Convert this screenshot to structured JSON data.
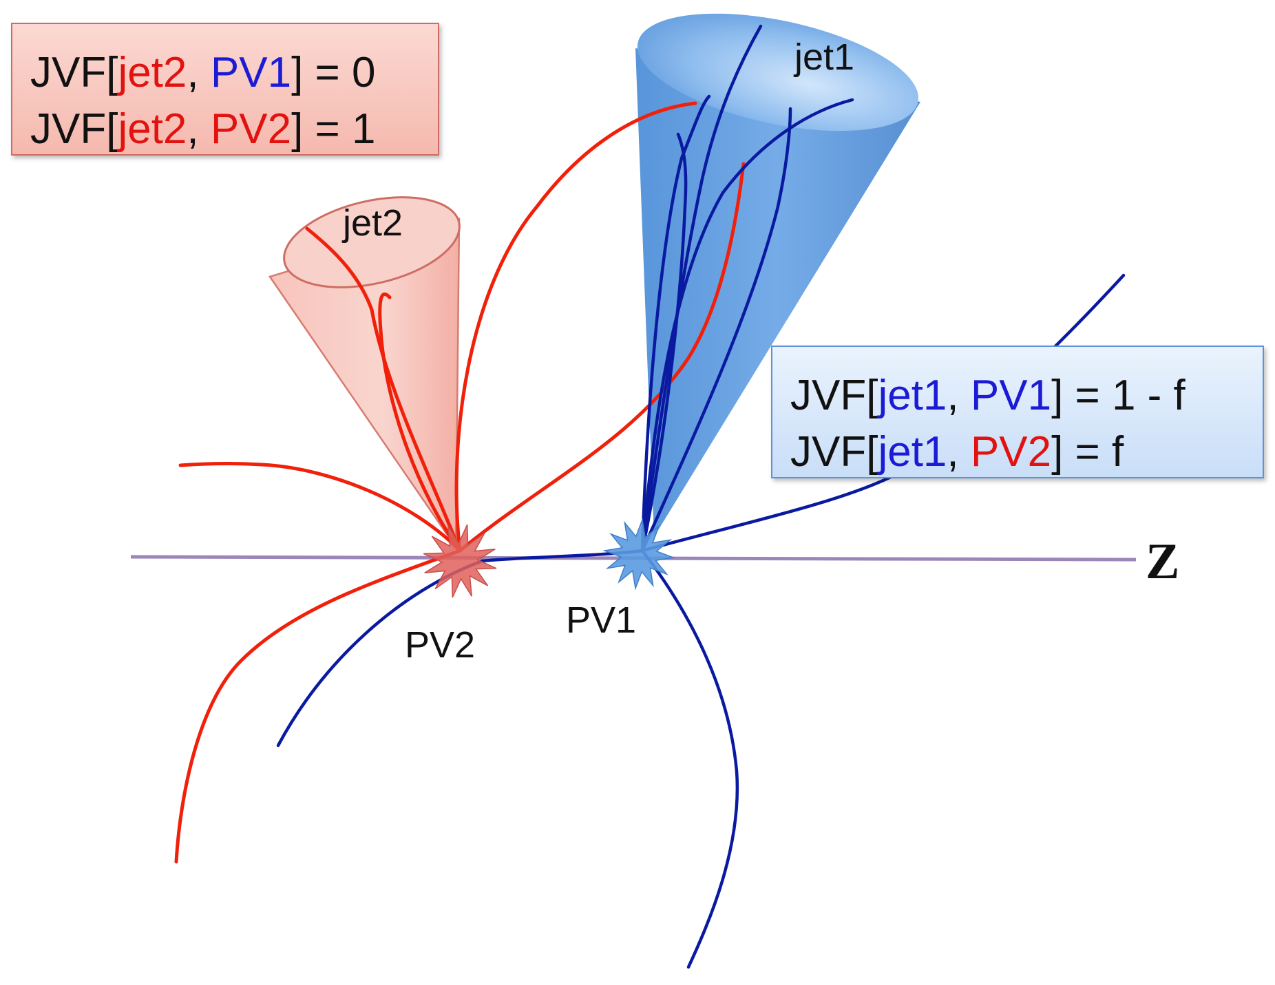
{
  "labels": {
    "jet1": "jet1",
    "jet2": "jet2",
    "pv1": "PV1",
    "pv2": "PV2",
    "z_axis": "Z"
  },
  "box_jet2": {
    "line1": {
      "prefix": "JVF[",
      "jet": "jet2",
      "sep": ", ",
      "pv": "PV1",
      "suffix": "] = 0"
    },
    "line2": {
      "prefix": "JVF[",
      "jet": "jet2",
      "sep": ", ",
      "pv": "PV2",
      "suffix": "] = 1"
    }
  },
  "box_jet1": {
    "line1": {
      "prefix": "JVF[",
      "jet": "jet1",
      "sep": ", ",
      "pv": "PV1",
      "suffix": "] = 1 - f"
    },
    "line2": {
      "prefix": "JVF[",
      "jet": "jet1",
      "sep": ", ",
      "pv": "PV2",
      "suffix": "] = f"
    }
  },
  "colors": {
    "pv1_tracks": "#0a1aa0",
    "pv2_tracks": "#f0200a",
    "jet1_cone": "#5b98dc",
    "jet2_cone": "#f4a59b",
    "z_axis": "#9a86b8",
    "pv1_vertex": "#5a9ae0",
    "pv2_vertex": "#e0605a"
  }
}
